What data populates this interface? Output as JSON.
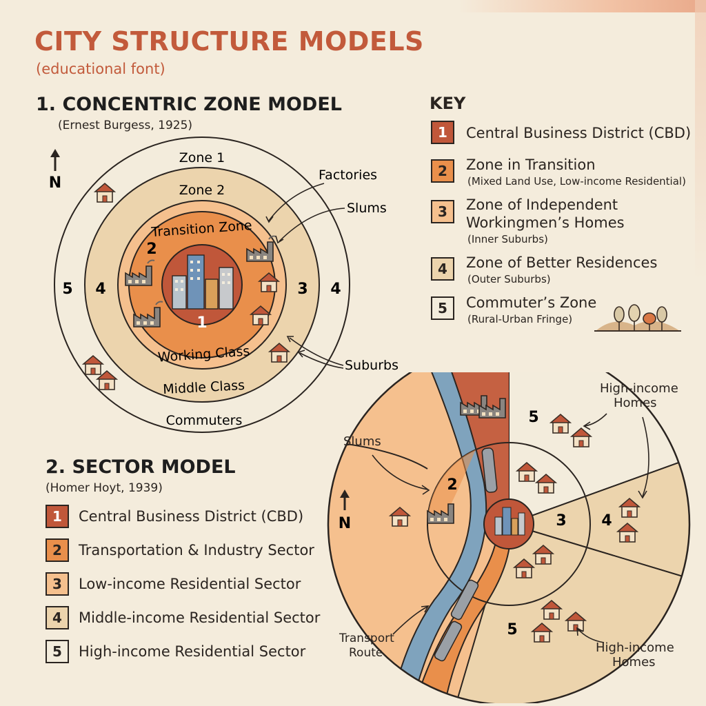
{
  "header": {
    "title": "CITY STRUCTURE MODELS",
    "subtitle": "(educational font)"
  },
  "concentric": {
    "title": "1. CONCENTRIC ZONE MODEL",
    "author": "(Ernest Burgess, 1925)",
    "north": "N",
    "ring_labels": [
      "Zone 1",
      "Zone 2",
      "Transition Zone",
      "Working Class",
      "Middle Class",
      "Commuters"
    ],
    "numbers": [
      "1",
      "2",
      "3",
      "4",
      "5"
    ],
    "callouts": [
      "Factories",
      "Slums",
      "Suburbs"
    ]
  },
  "key": {
    "title": "KEY",
    "items": [
      {
        "num": "1",
        "label": "Central Business District (CBD)",
        "note": "",
        "color": "#c0573a"
      },
      {
        "num": "2",
        "label": "Zone in Transition",
        "note": "(Mixed Land Use, Low-income Residential)",
        "color": "#e98f4b"
      },
      {
        "num": "3",
        "label": "Zone of Independent Workingmen’s Homes",
        "label_line1": "Zone of Independent",
        "label_line2": "Workingmen’s Homes",
        "note": "(Inner Suburbs)",
        "color": "#f5c08e"
      },
      {
        "num": "4",
        "label": "Zone of Better Residences",
        "note": "(Outer Suburbs)",
        "color": "#ecd4ad"
      },
      {
        "num": "5",
        "label": "Commuter’s Zone",
        "note": "(Rural-Urban Fringe)",
        "color": "#f3ecdc"
      }
    ]
  },
  "sector": {
    "title": "2. SECTOR MODEL",
    "author": "(Homer Hoyt, 1939)",
    "north": "N",
    "legend": [
      {
        "num": "1",
        "label": "Central Business District (CBD)",
        "color": "#c0573a"
      },
      {
        "num": "2",
        "label": "Transportation & Industry Sector",
        "color": "#e98f4b"
      },
      {
        "num": "3",
        "label": "Low-income Residential Sector",
        "color": "#f5c08e"
      },
      {
        "num": "4",
        "label": "Middle-income Residential Sector",
        "color": "#ecd4ad"
      },
      {
        "num": "5",
        "label": "High-income Residential Sector",
        "color": "#f3ecdc"
      }
    ],
    "callouts": {
      "slums": "Slums",
      "high_income_top_1": "High-income",
      "high_income_top_2": "Homes",
      "high_income_bottom_1": "High-income",
      "high_income_bottom_2": "Homes",
      "transport_1": "Transport",
      "transport_2": "Route"
    },
    "numbers": [
      "2",
      "3",
      "4",
      "5",
      "5"
    ]
  },
  "colors": {
    "accent": "#c25a3b",
    "cbd": "#c0573a",
    "transition": "#e98f4b",
    "working": "#f5c08e",
    "middle": "#ecd4ad",
    "commuter": "#f3ecdc",
    "river": "#7fa3bd"
  }
}
